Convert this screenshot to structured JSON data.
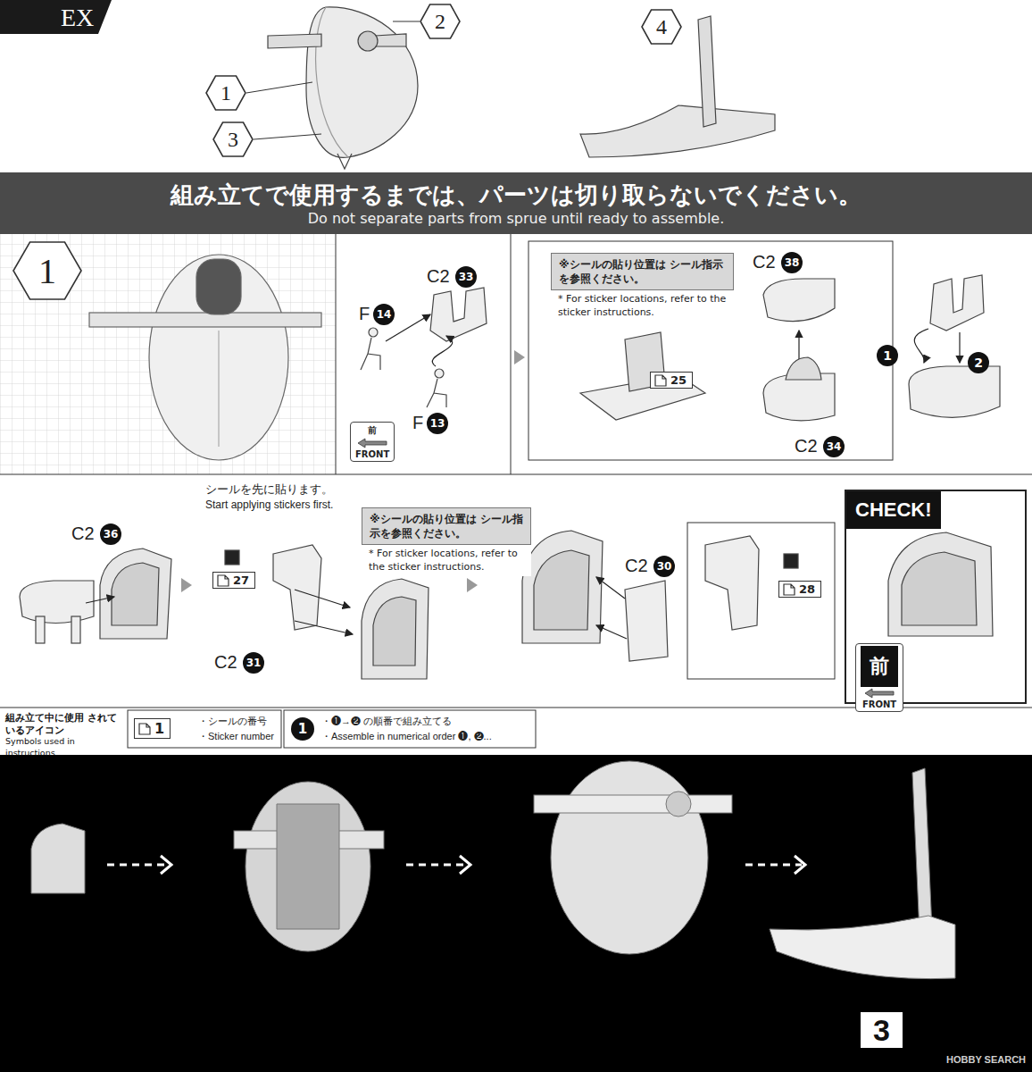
{
  "diagram": {
    "nodes": [
      {
        "text": [
          "1"
        ]
      },
      {
        "text": [
          "2"
        ]
      },
      {
        "text": [
          "3"
        ]
      },
      {
        "text": [
          "4"
        ]
      },
      {
        "text": [
          "組み立てで使用するまでは、パーツは切り取らないでください。",
          "Do not separate parts from sprue until ready to assemble."
        ]
      },
      {
        "text": [
          "1"
        ]
      },
      {
        "text": [
          "前",
          "FRONT"
        ]
      },
      {
        "text": [
          "※シールの貼り位置は シール指示を参照ください。",
          "* For sticker locations, refer to the sticker instructions."
        ]
      },
      {
        "text": [
          "25"
        ]
      },
      {
        "text": [
          "1"
        ]
      },
      {
        "text": [
          "2"
        ]
      },
      {
        "text": [
          "27"
        ]
      },
      {
        "text": [
          "※シールの貼り位置は シール指示を参照ください。",
          "* For sticker locations, refer to the sticker instructions."
        ]
      },
      {
        "text": [
          "28"
        ]
      },
      {
        "text": [
          "CHECK!"
        ]
      },
      {
        "text": [
          "前",
          "FRONT"
        ],
        "in": 14
      },
      {
        "text": [
          "組み立て中に使用 されているアイコン",
          "Symbols used in instructions"
        ]
      },
      {
        "text": [
          "1"
        ]
      },
      {
        "text": [
          "1"
        ]
      },
      {
        "text": [
          "3"
        ]
      }
    ],
    "labels": [
      "EX",
      "C2",
      "33",
      "F",
      "14",
      "F",
      "13",
      "C2",
      "38",
      "C2",
      "34",
      "C2",
      "36",
      "シールを先に貼ります。",
      "Start applying stickers first.",
      "C2",
      "31",
      "C2",
      "30",
      "・シールの番号",
      "・Sticker number",
      "・❶→❷ の順番で組み立てる",
      "・Assemble in numerical order ❶, ❷...",
      "HOBBY SEARCH"
    ]
  }
}
